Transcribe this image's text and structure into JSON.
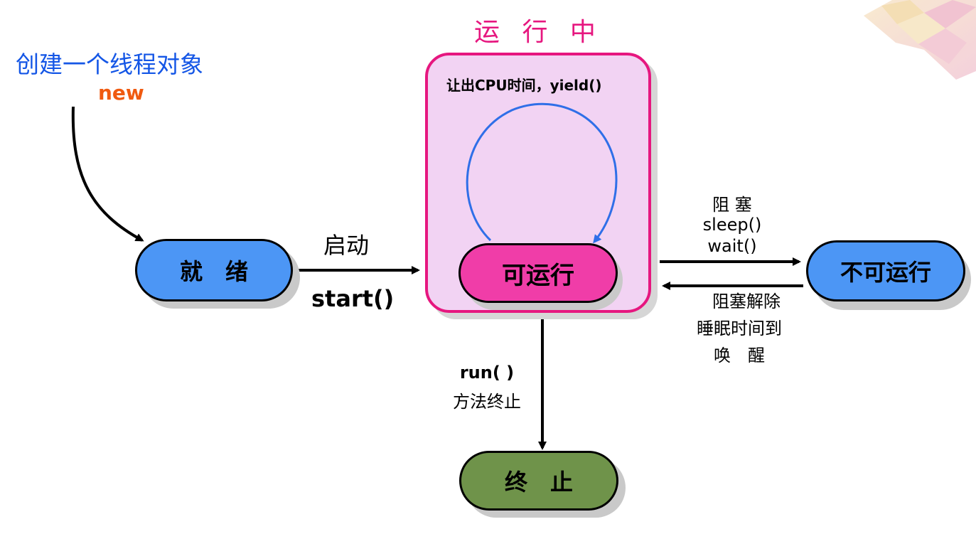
{
  "title": {
    "running": "运 行 中"
  },
  "create": {
    "label": "创建一个线程对象",
    "keyword": "new"
  },
  "states": {
    "ready": "就　绪",
    "runnable": "可运行",
    "blocked": "不可运行",
    "terminated": "终　止"
  },
  "transitions": {
    "start_label": "启动",
    "start_method": "start()",
    "yield_label": "让出CPU时间，yield()",
    "block_label": "阻 塞",
    "block_sleep": "sleep()",
    "block_wait": "wait()",
    "unblock_1": "阻塞解除",
    "unblock_2": "睡眠时间到",
    "unblock_3": "唤　醒",
    "run_method": "run( )",
    "run_end": "方法终止"
  },
  "colors": {
    "running_border": "#e6177f",
    "running_fill": "#f2d3f3",
    "runnable_fill": "#f03da8",
    "state_blue": "#4c96f5",
    "terminated_green": "#6f934a",
    "create_text": "#1456e6",
    "new_text": "#f05a10",
    "title_text": "#e6177f",
    "loop_arrow": "#2f6fe8"
  }
}
